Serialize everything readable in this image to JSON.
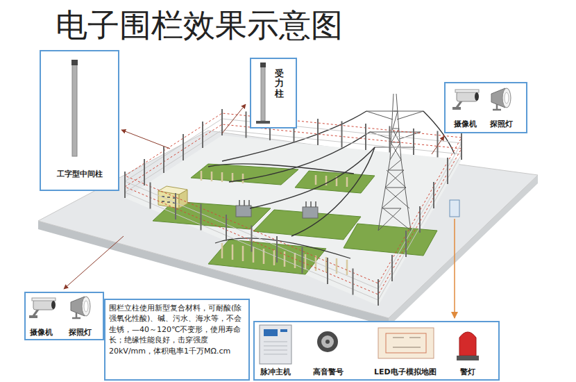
{
  "diagram": {
    "title": "电子围栏效果示意图",
    "nodes": [
      {
        "text": [
          "工字型中间柱"
        ]
      },
      {
        "text": [
          "受力柱"
        ]
      },
      {
        "text": [
          "摄像机",
          "探照灯"
        ]
      },
      {
        "text": [
          "摄像机",
          "探照灯"
        ]
      },
      {
        "text": [
          "围栏立柱使用新型复合材料，可耐酸(除强氧化性酸)、碱、污水、海水等，不会生锈，—40～120℃不变形，使用寿命长；绝缘性能良好，击穿强度20kV/mm，体积电率1千万MΩ.cm"
        ]
      },
      {
        "text": [
          "脉冲主机",
          "高音警号",
          "LED电子模拟地图",
          "警灯"
        ]
      }
    ]
  }
}
